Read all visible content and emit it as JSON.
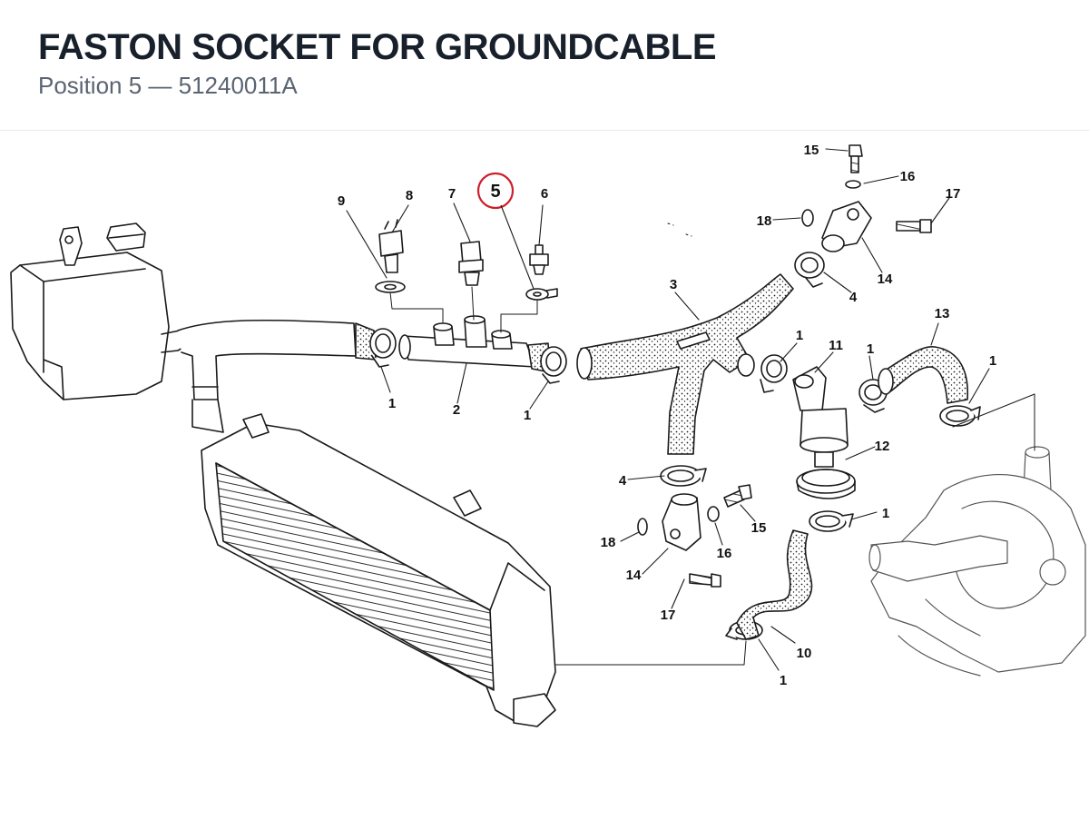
{
  "header": {
    "title": "FASTON SOCKET FOR GROUNDCABLE",
    "subtitle": "Position 5 — 51240011A"
  },
  "diagram": {
    "highlight_color": "#cc1f2d",
    "highlighted_position": "5",
    "callouts": {
      "c1a": "1",
      "c1b": "1",
      "c1c": "1",
      "c1d": "1",
      "c1e": "1",
      "c1f": "1",
      "c1g": "1",
      "c2": "2",
      "c3": "3",
      "c4a": "4",
      "c4b": "4",
      "c5": "5",
      "c6": "6",
      "c7": "7",
      "c8": "8",
      "c9": "9",
      "c10": "10",
      "c11": "11",
      "c12": "12",
      "c13": "13",
      "c14a": "14",
      "c14b": "14",
      "c15a": "15",
      "c15b": "15",
      "c16a": "16",
      "c16b": "16",
      "c17a": "17",
      "c17b": "17",
      "c18a": "18",
      "c18b": "18"
    }
  }
}
